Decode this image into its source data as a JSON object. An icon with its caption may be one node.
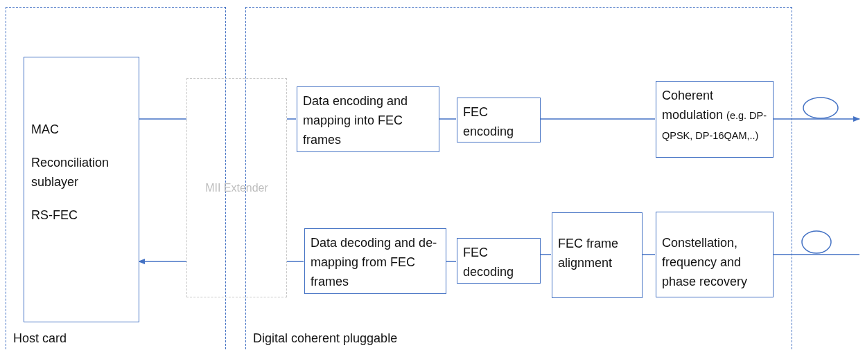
{
  "diagram": {
    "nodes": [
      {
        "text": [
          "Host card"
        ]
      },
      {
        "text": [
          "Digital coherent pluggable"
        ]
      },
      {
        "text": [
          "MAC",
          "Reconciliation sublayer",
          "RS-FEC"
        ],
        "in": 0
      },
      {
        "text": [
          "MII Extender"
        ]
      },
      {
        "text": [
          "Data encoding and mapping into FEC frames"
        ],
        "in": 1
      },
      {
        "text": [
          "FEC encoding"
        ],
        "in": 1
      },
      {
        "text": [
          "Coherent modulation",
          "(e.g. DP-QPSK, DP-16QAM,..)"
        ],
        "in": 1
      },
      {
        "text": [
          "Data decoding and de-mapping from FEC frames"
        ],
        "in": 1
      },
      {
        "text": [
          "FEC decoding"
        ],
        "in": 1
      },
      {
        "text": [
          "FEC frame alignment"
        ],
        "in": 1
      },
      {
        "text": [
          "Constellation, frequency and phase recovery"
        ],
        "in": 1
      }
    ],
    "edges": [
      {
        "from": 2,
        "to": 3,
        "arrow": "none"
      },
      {
        "from": 3,
        "to": 4,
        "arrow": "none"
      },
      {
        "from": 4,
        "to": 5,
        "arrow": "none"
      },
      {
        "from": 5,
        "to": 6,
        "arrow": "none"
      },
      {
        "from": 6,
        "to": null,
        "arrow": "to"
      },
      {
        "from": null,
        "to": 10,
        "arrow": "none"
      },
      {
        "from": 10,
        "to": 9,
        "arrow": "none"
      },
      {
        "from": 9,
        "to": 8,
        "arrow": "none"
      },
      {
        "from": 8,
        "to": 7,
        "arrow": "none"
      },
      {
        "from": 7,
        "to": 3,
        "arrow": "none"
      },
      {
        "from": 3,
        "to": 2,
        "arrow": "to"
      }
    ]
  }
}
